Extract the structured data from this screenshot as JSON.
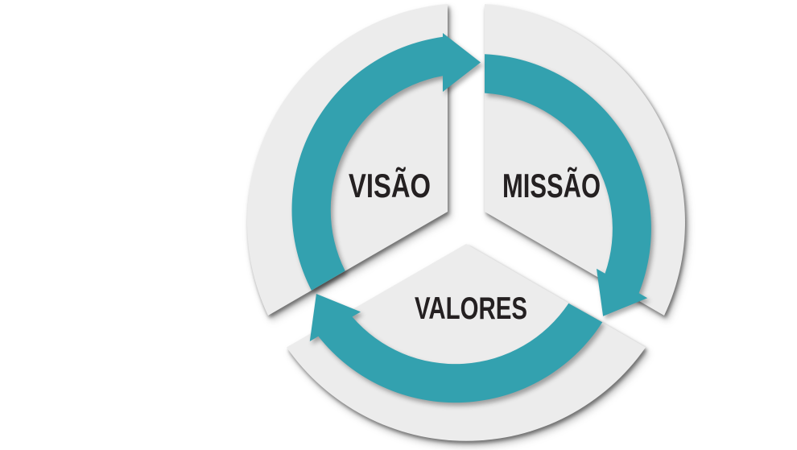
{
  "diagram": {
    "type": "cycle-diagram",
    "direction": "clockwise",
    "nodes": [
      {
        "id": "visao",
        "label": "VISÃO"
      },
      {
        "id": "missao",
        "label": "MISSÃO"
      },
      {
        "id": "valores",
        "label": "VALORES"
      }
    ],
    "edges": [
      {
        "from": "VISÃO",
        "to": "MISSÃO"
      },
      {
        "from": "MISSÃO",
        "to": "VALORES"
      },
      {
        "from": "VALORES",
        "to": "VISÃO"
      }
    ]
  },
  "colors": {
    "background": "#FFFFFF",
    "segment": "#ECECEC",
    "arrow": "#33A1AF",
    "text": "#242021"
  }
}
